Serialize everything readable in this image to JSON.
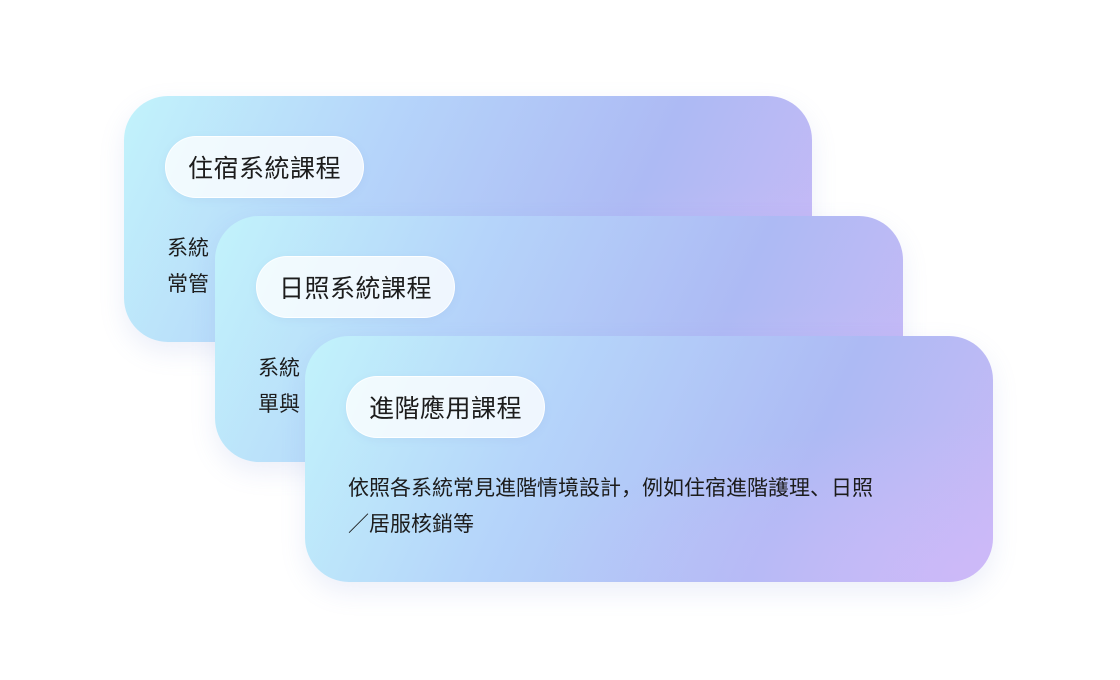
{
  "cards": [
    {
      "title": "住宿系統課程",
      "desc_lines": [
        "系統",
        "常管"
      ]
    },
    {
      "title": "日照系統課程",
      "desc_lines": [
        "系統",
        "單與"
      ]
    },
    {
      "title": "進階應用課程",
      "desc_lines": [
        "依照各系統常見進階情境設計，例如住宿進階護理、日照",
        "／居服核銷等"
      ]
    }
  ],
  "colors": {
    "gradient_start": "#c2f3fb",
    "gradient_mid": "#adbaf4",
    "gradient_end": "#c9b9f6",
    "text": "#1c1c1c"
  }
}
